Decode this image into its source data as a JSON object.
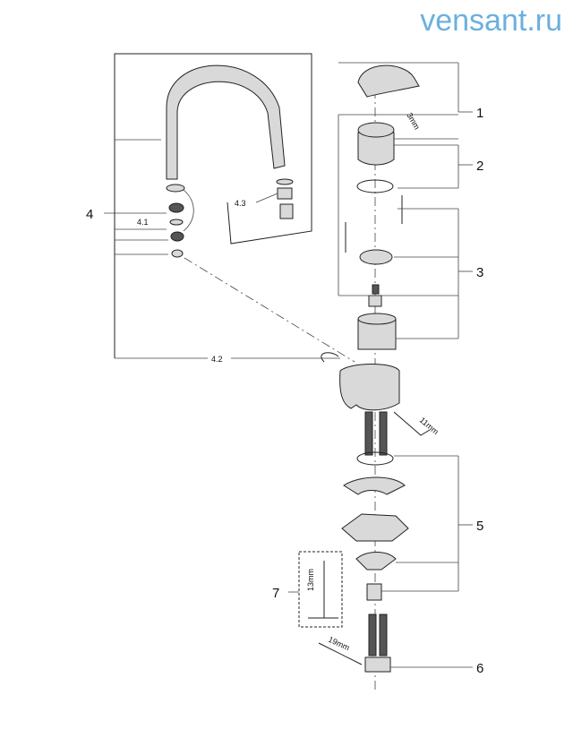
{
  "watermark": "vensant.ru",
  "callouts": {
    "c1": "1",
    "c2": "2",
    "c3": "3",
    "c4": "4",
    "c41": "4.1",
    "c42": "4.2",
    "c43": "4.3",
    "c5": "5",
    "c6": "6",
    "c7": "7"
  },
  "dims": {
    "d3": "3mm",
    "d11": "11mm",
    "d13": "13mm",
    "d19": "19mm"
  }
}
